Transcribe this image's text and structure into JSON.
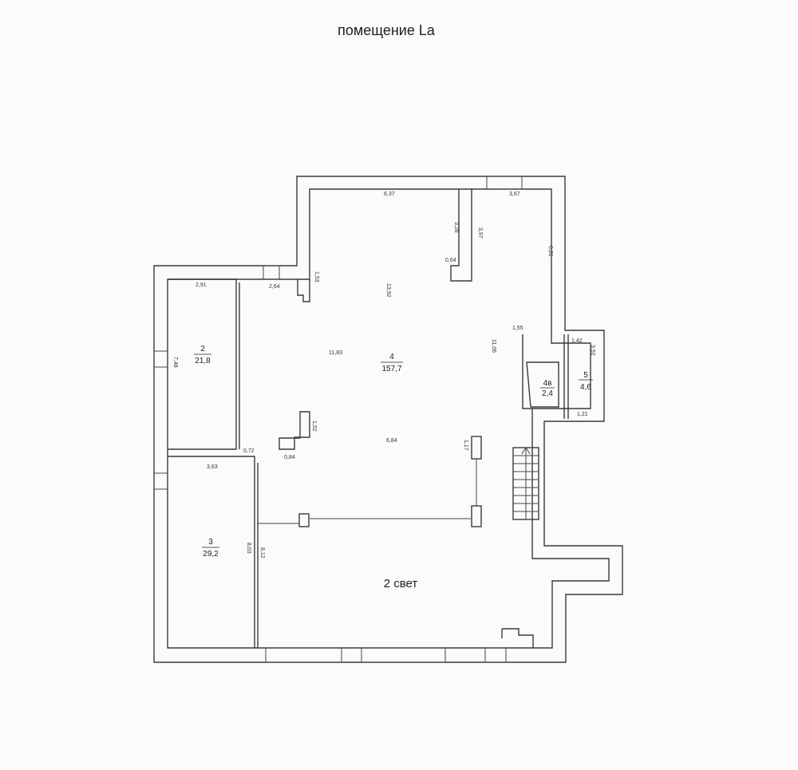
{
  "title": "помещение La",
  "rooms": [
    {
      "number": "2",
      "area": "21,8"
    },
    {
      "number": "3",
      "area": "29,2"
    },
    {
      "number": "4",
      "area": "157,7"
    },
    {
      "number": "4в",
      "area": "2,4"
    },
    {
      "number": "5",
      "area": "4,6"
    }
  ],
  "zone_label": "2 свет",
  "dimensions": [
    "6,37",
    "3,67",
    "3,28",
    "3,97",
    "6,21",
    "0,64",
    "1,53",
    "13,92",
    "2,91",
    "2,64",
    "11,83",
    "11,06",
    "1,55",
    "1,42",
    "3,52",
    "7,48",
    "1,21",
    "1,52",
    "0,72",
    "0,84",
    "6,84",
    "1,17",
    "3,63",
    "8,03",
    "8,12"
  ]
}
